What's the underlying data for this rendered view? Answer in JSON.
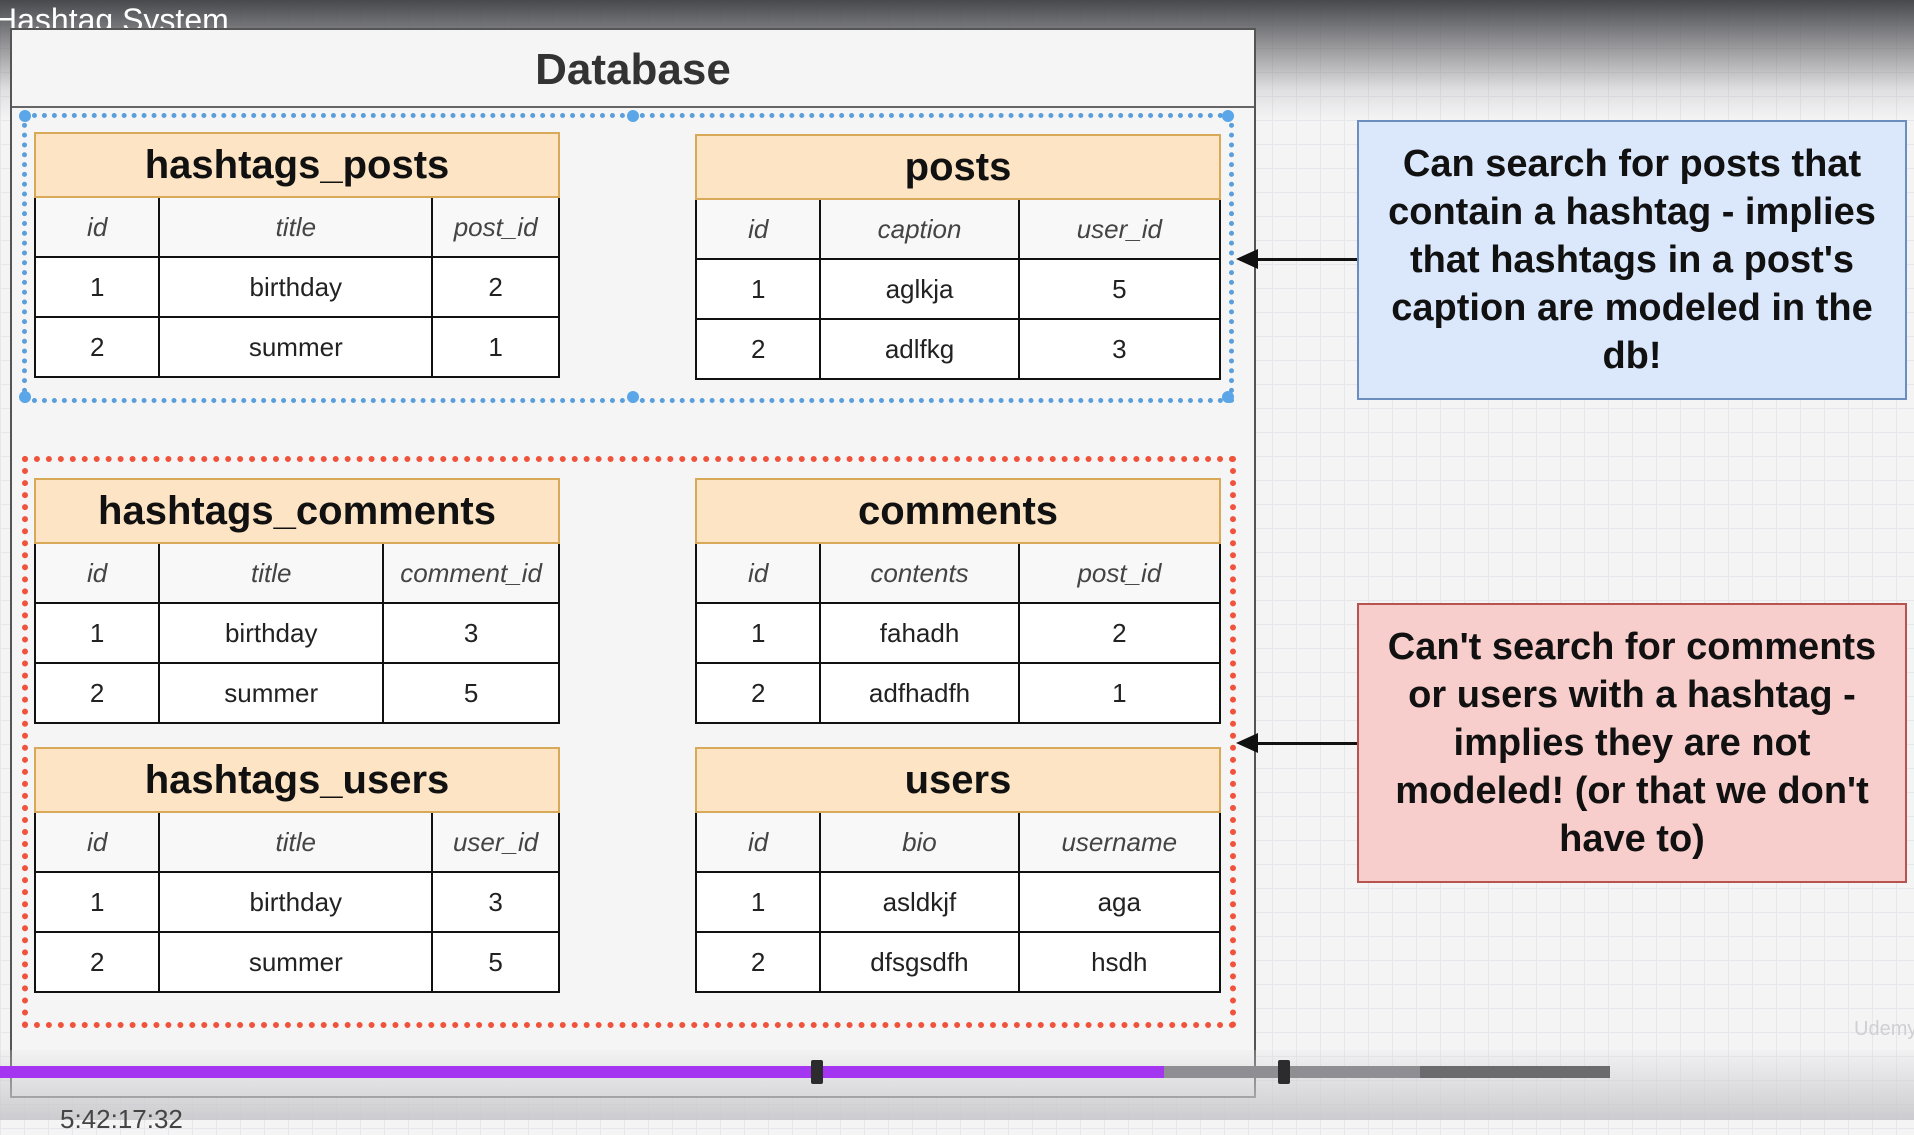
{
  "video": {
    "title": "Hashtag System",
    "progress_percent": 60.8,
    "time_display": "5:42:17:32"
  },
  "diagram": {
    "title": "Database",
    "tables": {
      "hashtags_posts": {
        "name": "hashtags_posts",
        "columns": [
          "id",
          "title",
          "post_id"
        ],
        "rows": [
          [
            "1",
            "birthday",
            "2"
          ],
          [
            "2",
            "summer",
            "1"
          ]
        ]
      },
      "posts": {
        "name": "posts",
        "columns": [
          "id",
          "caption",
          "user_id"
        ],
        "rows": [
          [
            "1",
            "aglkja",
            "5"
          ],
          [
            "2",
            "adlfkg",
            "3"
          ]
        ]
      },
      "hashtags_comments": {
        "name": "hashtags_comments",
        "columns": [
          "id",
          "title",
          "comment_id"
        ],
        "rows": [
          [
            "1",
            "birthday",
            "3"
          ],
          [
            "2",
            "summer",
            "5"
          ]
        ]
      },
      "comments": {
        "name": "comments",
        "columns": [
          "id",
          "contents",
          "post_id"
        ],
        "rows": [
          [
            "1",
            "fahadh",
            "2"
          ],
          [
            "2",
            "adfhadfh",
            "1"
          ]
        ]
      },
      "hashtags_users": {
        "name": "hashtags_users",
        "columns": [
          "id",
          "title",
          "user_id"
        ],
        "rows": [
          [
            "1",
            "birthday",
            "3"
          ],
          [
            "2",
            "summer",
            "5"
          ]
        ]
      },
      "users": {
        "name": "users",
        "columns": [
          "id",
          "bio",
          "username"
        ],
        "rows": [
          [
            "1",
            "asldkjf",
            "aga"
          ],
          [
            "2",
            "dfsgsdfh",
            "hsdh"
          ]
        ]
      }
    },
    "notes": {
      "can_search": "Can search for posts that contain a hashtag - implies that hashtags in a post's caption are modeled in the db!",
      "cant_search": "Can't search for comments or users with a hashtag - implies they are not modeled! (or that we don't have to)"
    },
    "colors": {
      "table_header_fill": "#fde4c4",
      "table_header_border": "#d9a95a",
      "selection_blue": "#5a9fdc",
      "group_red": "#f0533c",
      "note_blue_fill": "#dbe8fc",
      "note_red_fill": "#f8cecc"
    }
  },
  "watermark": "Udemy",
  "player": {
    "accent_color": "#a435f0"
  }
}
